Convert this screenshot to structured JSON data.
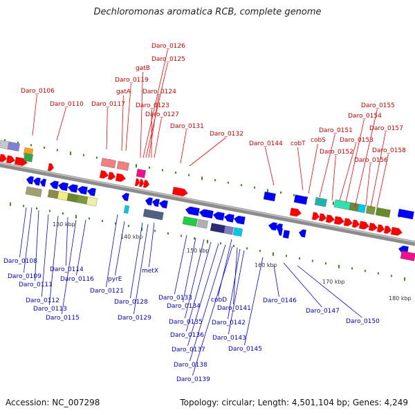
{
  "title": "Dechloromonas aromatica RCB, complete genome",
  "footer": {
    "accession": "Accession: NC_007298",
    "summary": "Topology: circular; Length: 4,501,104 bp; Genes: 4,249"
  },
  "colors": {
    "forward": "#ff0000",
    "reverse": "#0000ff",
    "backbone": "#8c8c8c"
  },
  "ticks": [
    "130 kbp",
    "140 kbp",
    "150 kbp",
    "160 kbp",
    "170 kbp",
    "180 kbp"
  ],
  "labels_top": [
    "Daro_0126",
    "Daro_0125",
    "gatB",
    "Daro_0119",
    "gatA",
    "Daro_0124",
    "Daro_0106",
    "Daro_0110",
    "Daro_0117",
    "Daro_0123",
    "Daro_0127",
    "Daro_0131",
    "Daro_0132",
    "Daro_0144",
    "cobT",
    "cobS",
    "Daro_0151",
    "Daro_0152",
    "Daro_0153",
    "Daro_0154",
    "Daro_0155",
    "Daro_0156",
    "Daro_0157",
    "Daro_0158"
  ],
  "labels_bottom": [
    "Daro_0108",
    "Daro_0109",
    "Daro_0111",
    "Daro_0112",
    "Daro_0113",
    "Daro_0114",
    "Daro_0115",
    "Daro_0116",
    "pyrE",
    "Daro_0121",
    "metX",
    "Daro_0128",
    "Daro_0129",
    "Daro_0133",
    "Daro_0134",
    "Daro_0135",
    "Daro_0136",
    "Daro_0137",
    "Daro_0138",
    "Daro_0139",
    "cobD",
    "Daro_0141",
    "Daro_0142",
    "Daro_0143",
    "Daro_0145",
    "Daro_0146",
    "Daro_0147",
    "Daro_0150"
  ]
}
